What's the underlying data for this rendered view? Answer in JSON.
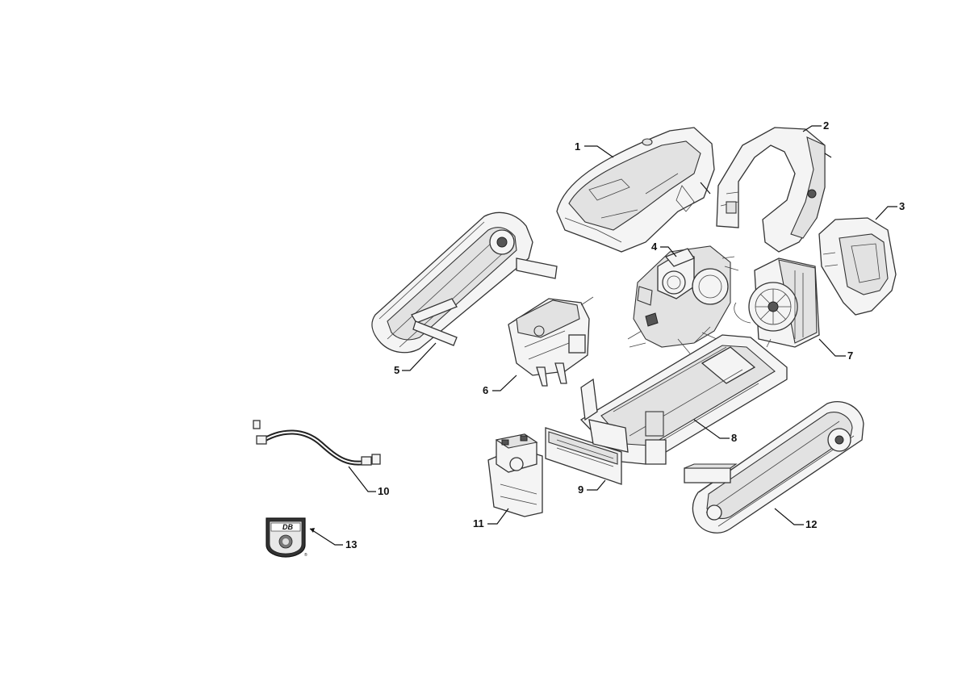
{
  "diagram": {
    "type": "exploded-parts-view",
    "callouts": [
      {
        "id": "1",
        "label": "1",
        "part": "hood"
      },
      {
        "id": "2",
        "label": "2",
        "part": "roll-frame"
      },
      {
        "id": "3",
        "label": "3",
        "part": "rear-cover"
      },
      {
        "id": "4",
        "label": "4",
        "part": "engine"
      },
      {
        "id": "5",
        "label": "5",
        "part": "left-track"
      },
      {
        "id": "6",
        "label": "6",
        "part": "hydraulic-unit"
      },
      {
        "id": "7",
        "label": "7",
        "part": "radiator-fan"
      },
      {
        "id": "8",
        "label": "8",
        "part": "chassis-frame"
      },
      {
        "id": "9",
        "label": "9",
        "part": "front-blade"
      },
      {
        "id": "10",
        "label": "10",
        "part": "hose"
      },
      {
        "id": "11",
        "label": "11",
        "part": "battery-tray"
      },
      {
        "id": "12",
        "label": "12",
        "part": "right-track"
      },
      {
        "id": "13",
        "label": "13",
        "part": "badge"
      }
    ],
    "badge": {
      "brand_text": "DB",
      "mark": "®"
    },
    "colors": {
      "line": "#111111",
      "part_fill": "#f4f4f4",
      "shade": "#e2e2e2"
    }
  }
}
